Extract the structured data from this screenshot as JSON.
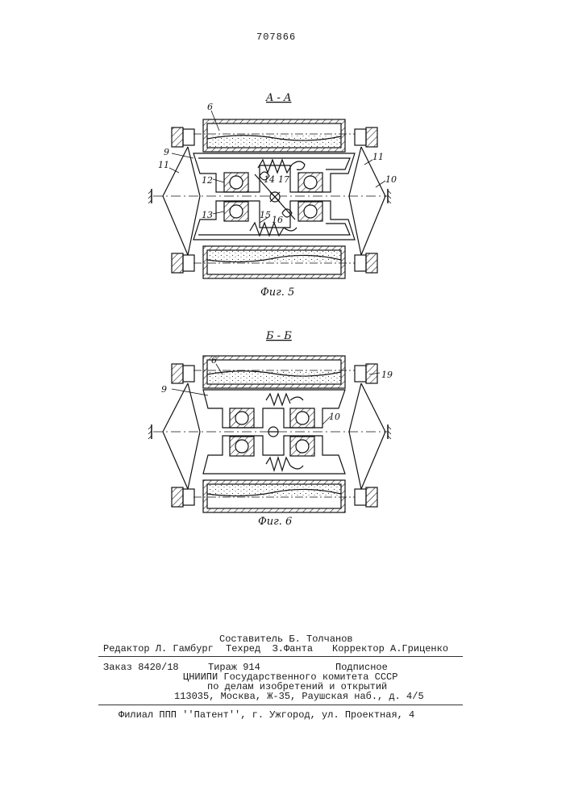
{
  "page_number": "707866",
  "fig5": {
    "section_label": "A - A",
    "caption": "Фиг. 5",
    "labels": {
      "l6": "6",
      "l9": "9",
      "l11a": "11",
      "l11b": "11",
      "l10": "10",
      "l12": "12",
      "l14": "14",
      "l17": "17",
      "l13": "13",
      "l15": "15",
      "l16": "16"
    }
  },
  "fig6": {
    "section_label": "Б - Б",
    "caption": "Фиг. 6",
    "labels": {
      "l6": "6",
      "l19": "19",
      "l9": "9",
      "l10": "10"
    }
  },
  "credits": {
    "compiler": "Составитель Б. Толчанов",
    "editor": "Редактор Л. Гамбург",
    "techred": "Техред  З.Фанта",
    "corrector": "Корректор А.Гриценко"
  },
  "order": {
    "order_no": "Заказ 8420/18",
    "circulation": "Тираж 914",
    "subscription": "Подписное",
    "org_line1": "ЦНИИПИ Государственного комитета СССР",
    "org_line2": "по делам изобретений и открытий",
    "address": "113035, Москва, Ж-35, Раушская наб., д. 4/5"
  },
  "branch": "Филиал ППП ''Патент'', г. Ужгород, ул. Проектная, 4"
}
